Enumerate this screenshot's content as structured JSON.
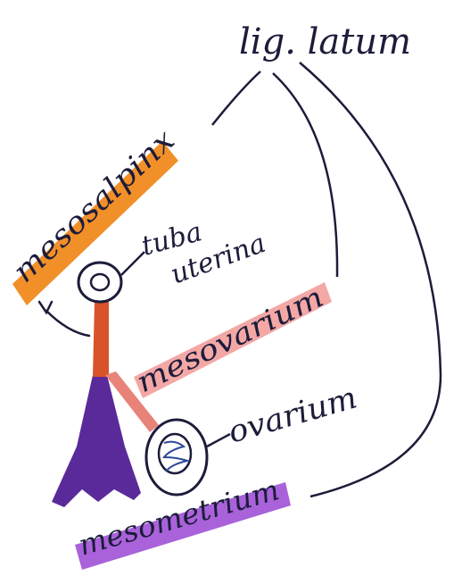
{
  "labels": {
    "lig_latum": "lig. latum",
    "mesosalpinx": "mesosalpinx",
    "tuba_uterina_1": "tuba",
    "tuba_uterina_2": "uterina",
    "mesovarium": "mesovarium",
    "ovarium": "ovarium",
    "mesometrium": "mesometrium"
  },
  "colors": {
    "mesosalpinx_highlight": "#f08a1c",
    "mesovarium_highlight": "#f2a3a0",
    "mesometrium_highlight": "#a45ad8",
    "uterus_fill": "#5a2a9a",
    "tube_stalk": "#d9532a",
    "mesovarium_stalk": "#e8837a",
    "ink": "#1c1c3a"
  }
}
